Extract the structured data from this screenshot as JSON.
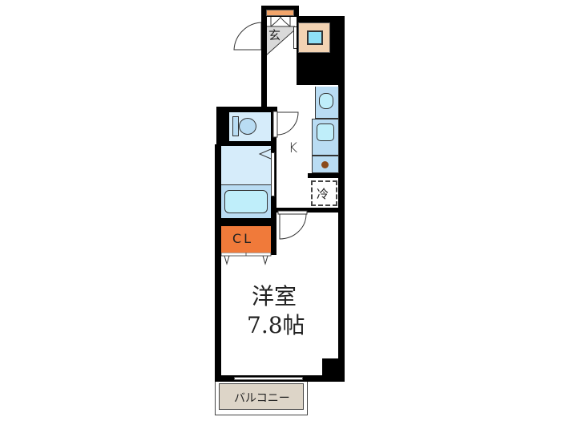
{
  "floorplan": {
    "rooms": {
      "entrance": {
        "label": "玄"
      },
      "kitchen": {
        "label": "K"
      },
      "refrigerator": {
        "label": "冷"
      },
      "closet": {
        "label": "CL"
      },
      "western_room": {
        "label_line1": "洋室",
        "label_line2": "7.8帖"
      },
      "balcony": {
        "label": "バルコニー"
      }
    },
    "colors": {
      "wall": "#000000",
      "wet_area": "#d6ecfa",
      "fixture": "#b9dcf3",
      "fixture_inner": "#bfeefa",
      "closet": "#f07a3a",
      "shoe_cabinet": "#f2a56b",
      "storage": "#f3d3b3",
      "entrance_floor": "#d9d9d9",
      "balcony": "#ddd5c8",
      "stove_burner": "#8a4a1a"
    }
  }
}
